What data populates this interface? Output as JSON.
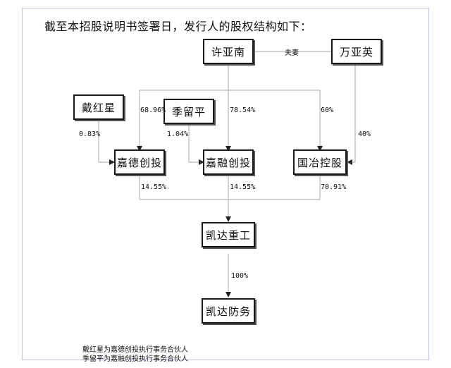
{
  "heading": "截至本招股说明书签署日，发行人的股权结构如下：",
  "entities": {
    "xu_yanan": "许亚南",
    "wan_yaying": "万亚英",
    "dai_hongxing": "戴红星",
    "ji_liuping": "季留平",
    "jiade": "嘉德创投",
    "jiarong": "嘉融创投",
    "guozhi": "国冶控股",
    "kaida_zg": "凯达重工",
    "kaida_fw": "凯达防务"
  },
  "relations": {
    "spouse": "夫妻"
  },
  "percentages": {
    "xu_to_jiade": "68.96%",
    "xu_to_jiarong": "78.54%",
    "xu_to_guozhi": "60%",
    "wan_to_guozhi": "40%",
    "dai_to_jiade": "0.83%",
    "ji_to_jiarong": "1.04%",
    "jiade_to_kaida": "14.55%",
    "jiarong_to_kaida": "14.55%",
    "guozhi_to_kaida": "70.91%",
    "kaida_to_fw": "100%"
  },
  "notes": [
    "戴红星为嘉德创投执行事务合伙人",
    "季留平为嘉融创投执行事务合伙人"
  ]
}
